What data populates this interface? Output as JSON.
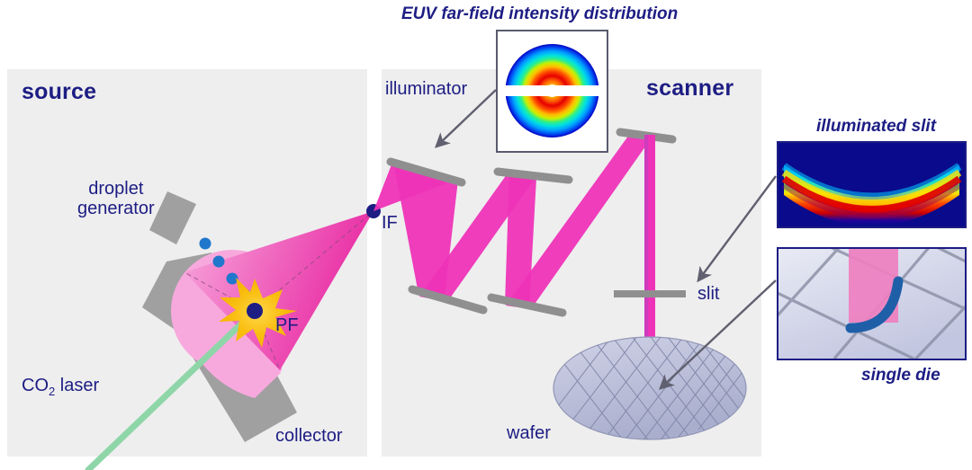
{
  "figure": {
    "title": "EUV far-field intensity distribution",
    "description": "Schematic of an EUV lithography system showing the source module and the scanner module"
  },
  "panels": {
    "source": {
      "label": "source",
      "parts": {
        "droplet_generator": "droplet\ngenerator",
        "droplet_generator_line1": "droplet",
        "droplet_generator_line2": "generator",
        "collector": "collector",
        "co2_laser": "CO",
        "co2_laser_sub": "2",
        "co2_laser_rest": " laser",
        "plasma_focus": "PF",
        "intermediate_focus": "IF"
      }
    },
    "scanner": {
      "label": "scanner",
      "parts": {
        "illuminator": "illuminator",
        "slit": "slit",
        "wafer": "wafer"
      }
    }
  },
  "insets": {
    "farfield": {
      "caption": "EUV far-field intensity distribution",
      "type": "annular rainbow intensity map with horizontal obscuration stripe"
    },
    "slit": {
      "caption": "illuminated slit",
      "type": "curved arc intensity band on dark blue background"
    },
    "die": {
      "caption": "single die",
      "type": "wafer die grid with pink exposure strip and blue slit arc"
    }
  },
  "colors": {
    "panel_bg": "#eeeeee",
    "label_navy": "#1d1d84",
    "beam_magenta": "#ee33b8",
    "cone_pink": "#f7a9dd",
    "mirror_gray": "#8f8f8f",
    "collector_gray": "#a0a0a0",
    "droplet_blue": "#2077cc",
    "plasma_yellow": "#f7c515",
    "laser_green": "#8ed6a8",
    "arrow_gray": "#606070",
    "wafer_fill": "#b8bcd8",
    "die_arc_blue": "#1f5fa8"
  },
  "chart_data": {
    "type": "heatmap",
    "title": "EUV far-field intensity distribution",
    "description": "Annular (donut) far-field intensity profile in rainbow colormap; intensity peaks in a ring and falls off toward the centre and edge",
    "colormap": [
      "#0000aa",
      "#0040ff",
      "#00a0ff",
      "#00e8e8",
      "#40ff80",
      "#c8ff20",
      "#ffd000",
      "#ff6000",
      "#e00000"
    ],
    "radial_profile": {
      "normalized_radius": [
        0.0,
        0.1,
        0.2,
        0.3,
        0.4,
        0.5,
        0.6,
        0.7,
        0.8,
        0.9,
        1.0
      ],
      "intensity": [
        0.0,
        0.15,
        0.45,
        0.75,
        0.95,
        1.0,
        0.9,
        0.65,
        0.4,
        0.18,
        0.0
      ]
    },
    "obscuration": "horizontal white stripe across the centre",
    "legend": "none",
    "axes": "none"
  }
}
